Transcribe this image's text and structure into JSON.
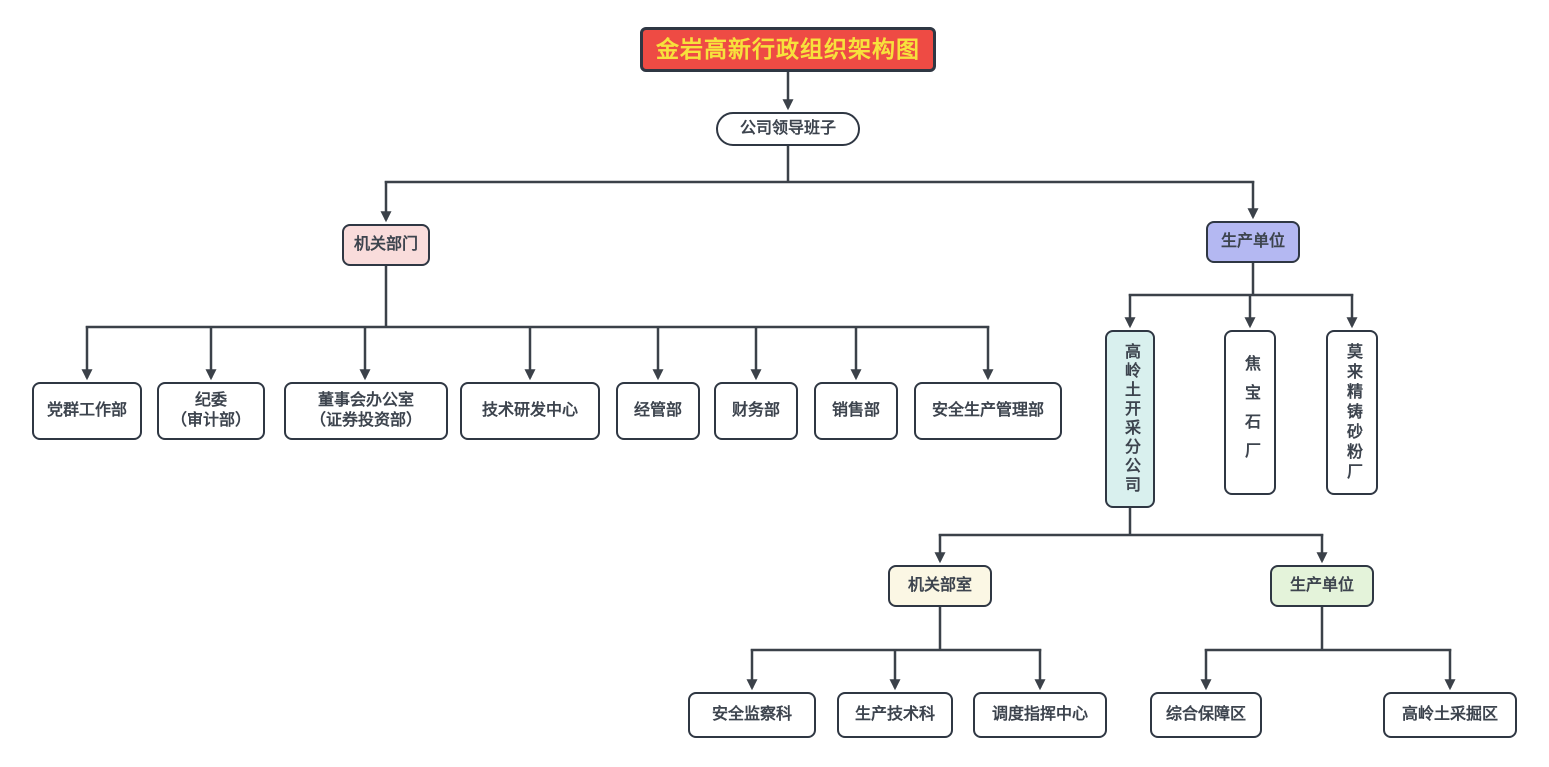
{
  "org_chart": {
    "title": "金岩高新行政组织架构图",
    "leadership": "公司领导班子",
    "admin": {
      "label": "机关部门",
      "departments": [
        "党群工作部",
        "纪委\n（审计部）",
        "董事会办公室\n（证券投资部）",
        "技术研发中心",
        "经管部",
        "财务部",
        "销售部",
        "安全生产管理部"
      ]
    },
    "production": {
      "label": "生产单位",
      "units": [
        "高岭土开采分公司",
        "焦宝石厂",
        "莫来精铸砂粉厂"
      ]
    },
    "kaolin_branch": {
      "office": {
        "label": "机关部室",
        "departments": [
          "安全监察科",
          "生产技术科",
          "调度指挥中心"
        ]
      },
      "production": {
        "label": "生产单位",
        "units": [
          "综合保障区",
          "高岭土采掘区"
        ]
      }
    },
    "colors": {
      "page_bg": "#ffffff",
      "title_bg": "#ee4b44",
      "title_text": "#f7e13c",
      "node_border": "#2f3743",
      "node_text": "#3d444e",
      "connector": "#3b4149",
      "default_bg": "#ffffff",
      "admin_bg": "#f9dcdb",
      "production_bg": "#b4b8f2",
      "kaolin_company_bg": "#d9f0ee",
      "office_bg": "#fbf7e4",
      "production2_bg": "#e4f3da"
    }
  }
}
